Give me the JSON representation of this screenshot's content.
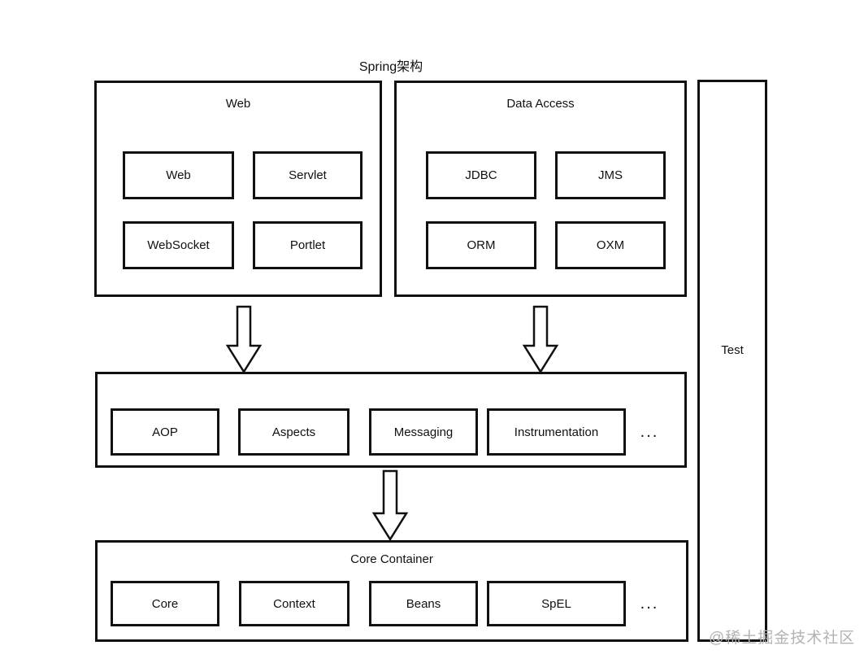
{
  "title": "Spring架构",
  "watermark": "@稀土掘金技术社区",
  "colors": {
    "line": "#111111",
    "background": "#ffffff",
    "watermark": "#b3b3b3"
  },
  "layers": {
    "web": {
      "label": "Web",
      "modules": [
        "Web",
        "Servlet",
        "WebSocket",
        "Portlet"
      ]
    },
    "data_access": {
      "label": "Data Access",
      "modules": [
        "JDBC",
        "JMS",
        "ORM",
        "OXM"
      ]
    },
    "middleware": {
      "modules": [
        "AOP",
        "Aspects",
        "Messaging",
        "Instrumentation"
      ],
      "ellipsis": "..."
    },
    "core_container": {
      "label": "Core Container",
      "modules": [
        "Core",
        "Context",
        "Beans",
        "SpEL"
      ],
      "ellipsis": "..."
    },
    "test": {
      "label": "Test"
    }
  }
}
